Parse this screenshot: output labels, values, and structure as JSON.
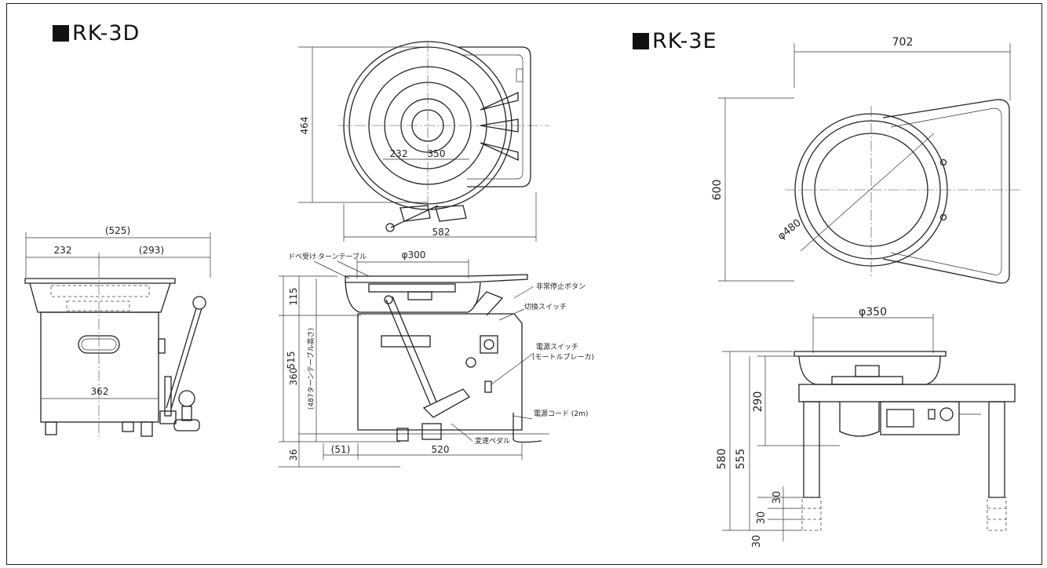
{
  "rk3d": {
    "title": "RK-3D",
    "front": {
      "total": "(525)",
      "left": "232",
      "right": "(293)",
      "inner": "362"
    },
    "top": {
      "depth": "464",
      "r1": "232",
      "r2": "350",
      "width": "582"
    },
    "side": {
      "turntable_dia": "φ300",
      "overall_h": "515",
      "upper_h": "115",
      "body_h": "360",
      "table_h": "(487ターンテーブル高さ)",
      "foot_h": "36",
      "offset": "(51)",
      "depth": "520",
      "labels": {
        "splash": "ドベ受け",
        "turntable": "ターンテーブル",
        "emergency": "非常停止ボタン",
        "switch": "切換スイッチ",
        "power1": "電源スイッチ",
        "power2": "(モートルブレーカ)",
        "cord": "電源コード (2m)",
        "pedal": "変速ペダル"
      }
    }
  },
  "rk3e": {
    "title": "RK-3E",
    "top": {
      "width": "702",
      "depth": "600",
      "dia": "φ480"
    },
    "side": {
      "dia": "φ350",
      "h290": "290",
      "h580": "580",
      "h555": "555",
      "f1": "30",
      "f2": "30",
      "f3": "30"
    }
  }
}
